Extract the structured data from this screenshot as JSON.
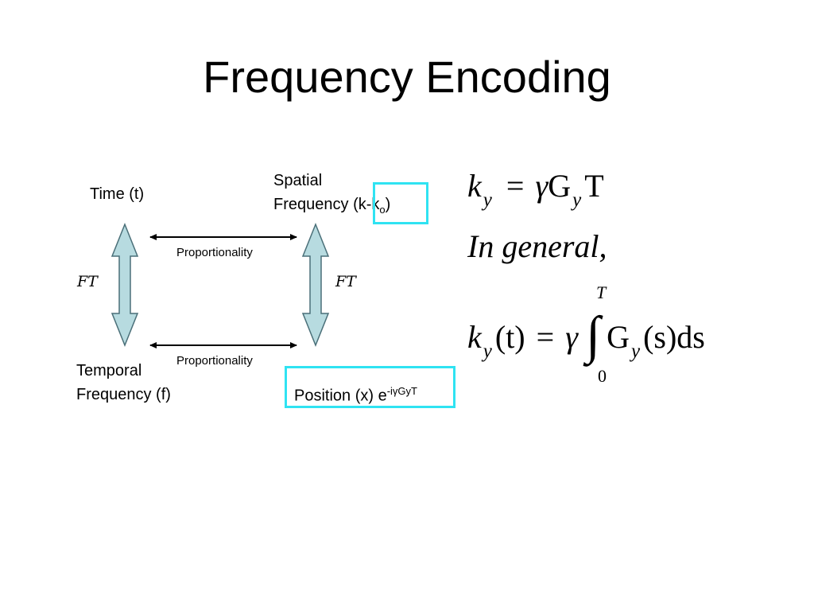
{
  "title": "Frequency Encoding",
  "labels": {
    "time": "Time (t)",
    "spatial_line1": "Spatial",
    "spatial_line2": "Frequency",
    "spatial_k": "(k-k",
    "spatial_sub": "o",
    "spatial_close": ")",
    "temporal_line1": "Temporal",
    "temporal_line2": "Frequency (f)",
    "position": "Position (x) e",
    "position_sup": "-iγGyT",
    "proportionality_top": "Proportionality",
    "proportionality_bottom": "Proportionality",
    "ft_left": "FT",
    "ft_right": "FT"
  },
  "equations": {
    "eq1": {
      "k": "k",
      "sub": "y",
      "eq": "=",
      "gamma": "γ",
      "G": "G",
      "sub2": "y",
      "T": "T"
    },
    "general": "In general,",
    "eq2": {
      "k": "k",
      "sub": "y",
      "t": "(t)",
      "eq": "=",
      "gamma": "γ",
      "integral": "∫",
      "upper": "T",
      "lower": "0",
      "G": "G",
      "sub2": "y",
      "rest": "(s)ds"
    }
  },
  "colors": {
    "highlight_box": "#2fe3f2",
    "arrow_fill": "#b7dbe0",
    "arrow_stroke": "#4a6f78"
  }
}
